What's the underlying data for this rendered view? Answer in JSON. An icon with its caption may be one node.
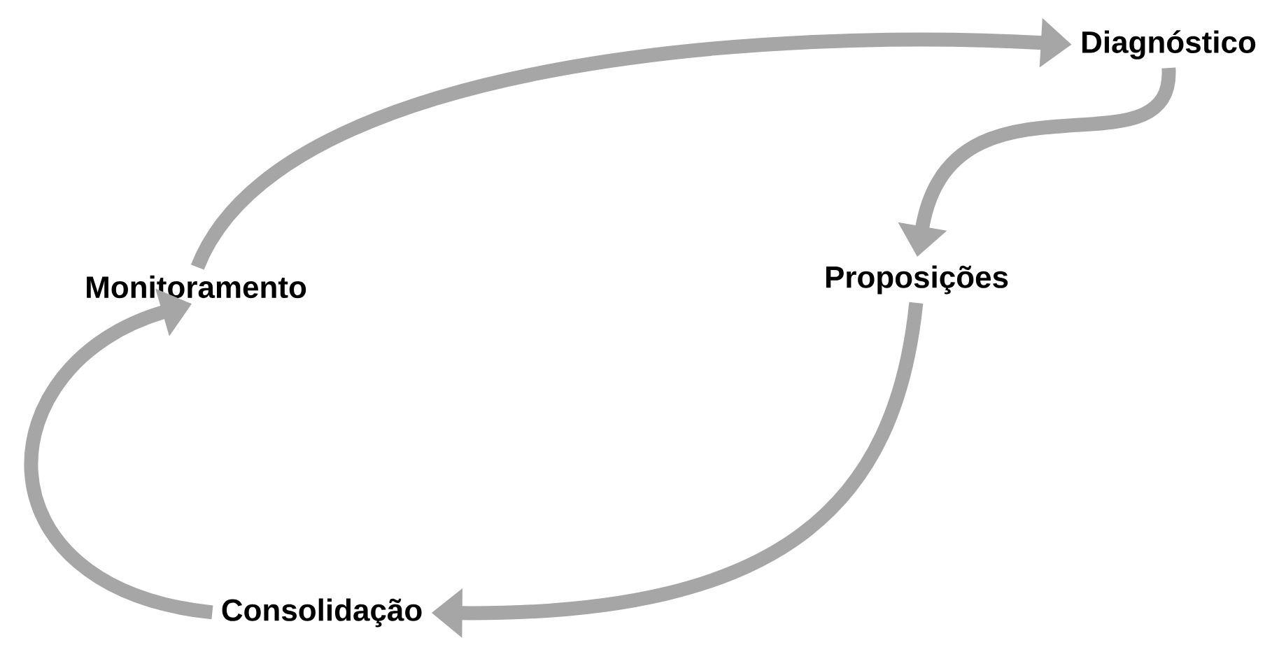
{
  "diagram": {
    "nodes": [
      {
        "text": [
          "Diagnóstico"
        ]
      },
      {
        "text": [
          "Proposições"
        ]
      },
      {
        "text": [
          "Consolidação"
        ]
      },
      {
        "text": [
          "Monitoramento"
        ]
      }
    ],
    "edges": [
      {
        "from": 0,
        "to": 1,
        "arrow": "to"
      },
      {
        "from": 1,
        "to": 2,
        "arrow": "to"
      },
      {
        "from": 2,
        "to": 3,
        "arrow": "to"
      },
      {
        "from": 3,
        "to": 0,
        "arrow": "to"
      }
    ]
  }
}
